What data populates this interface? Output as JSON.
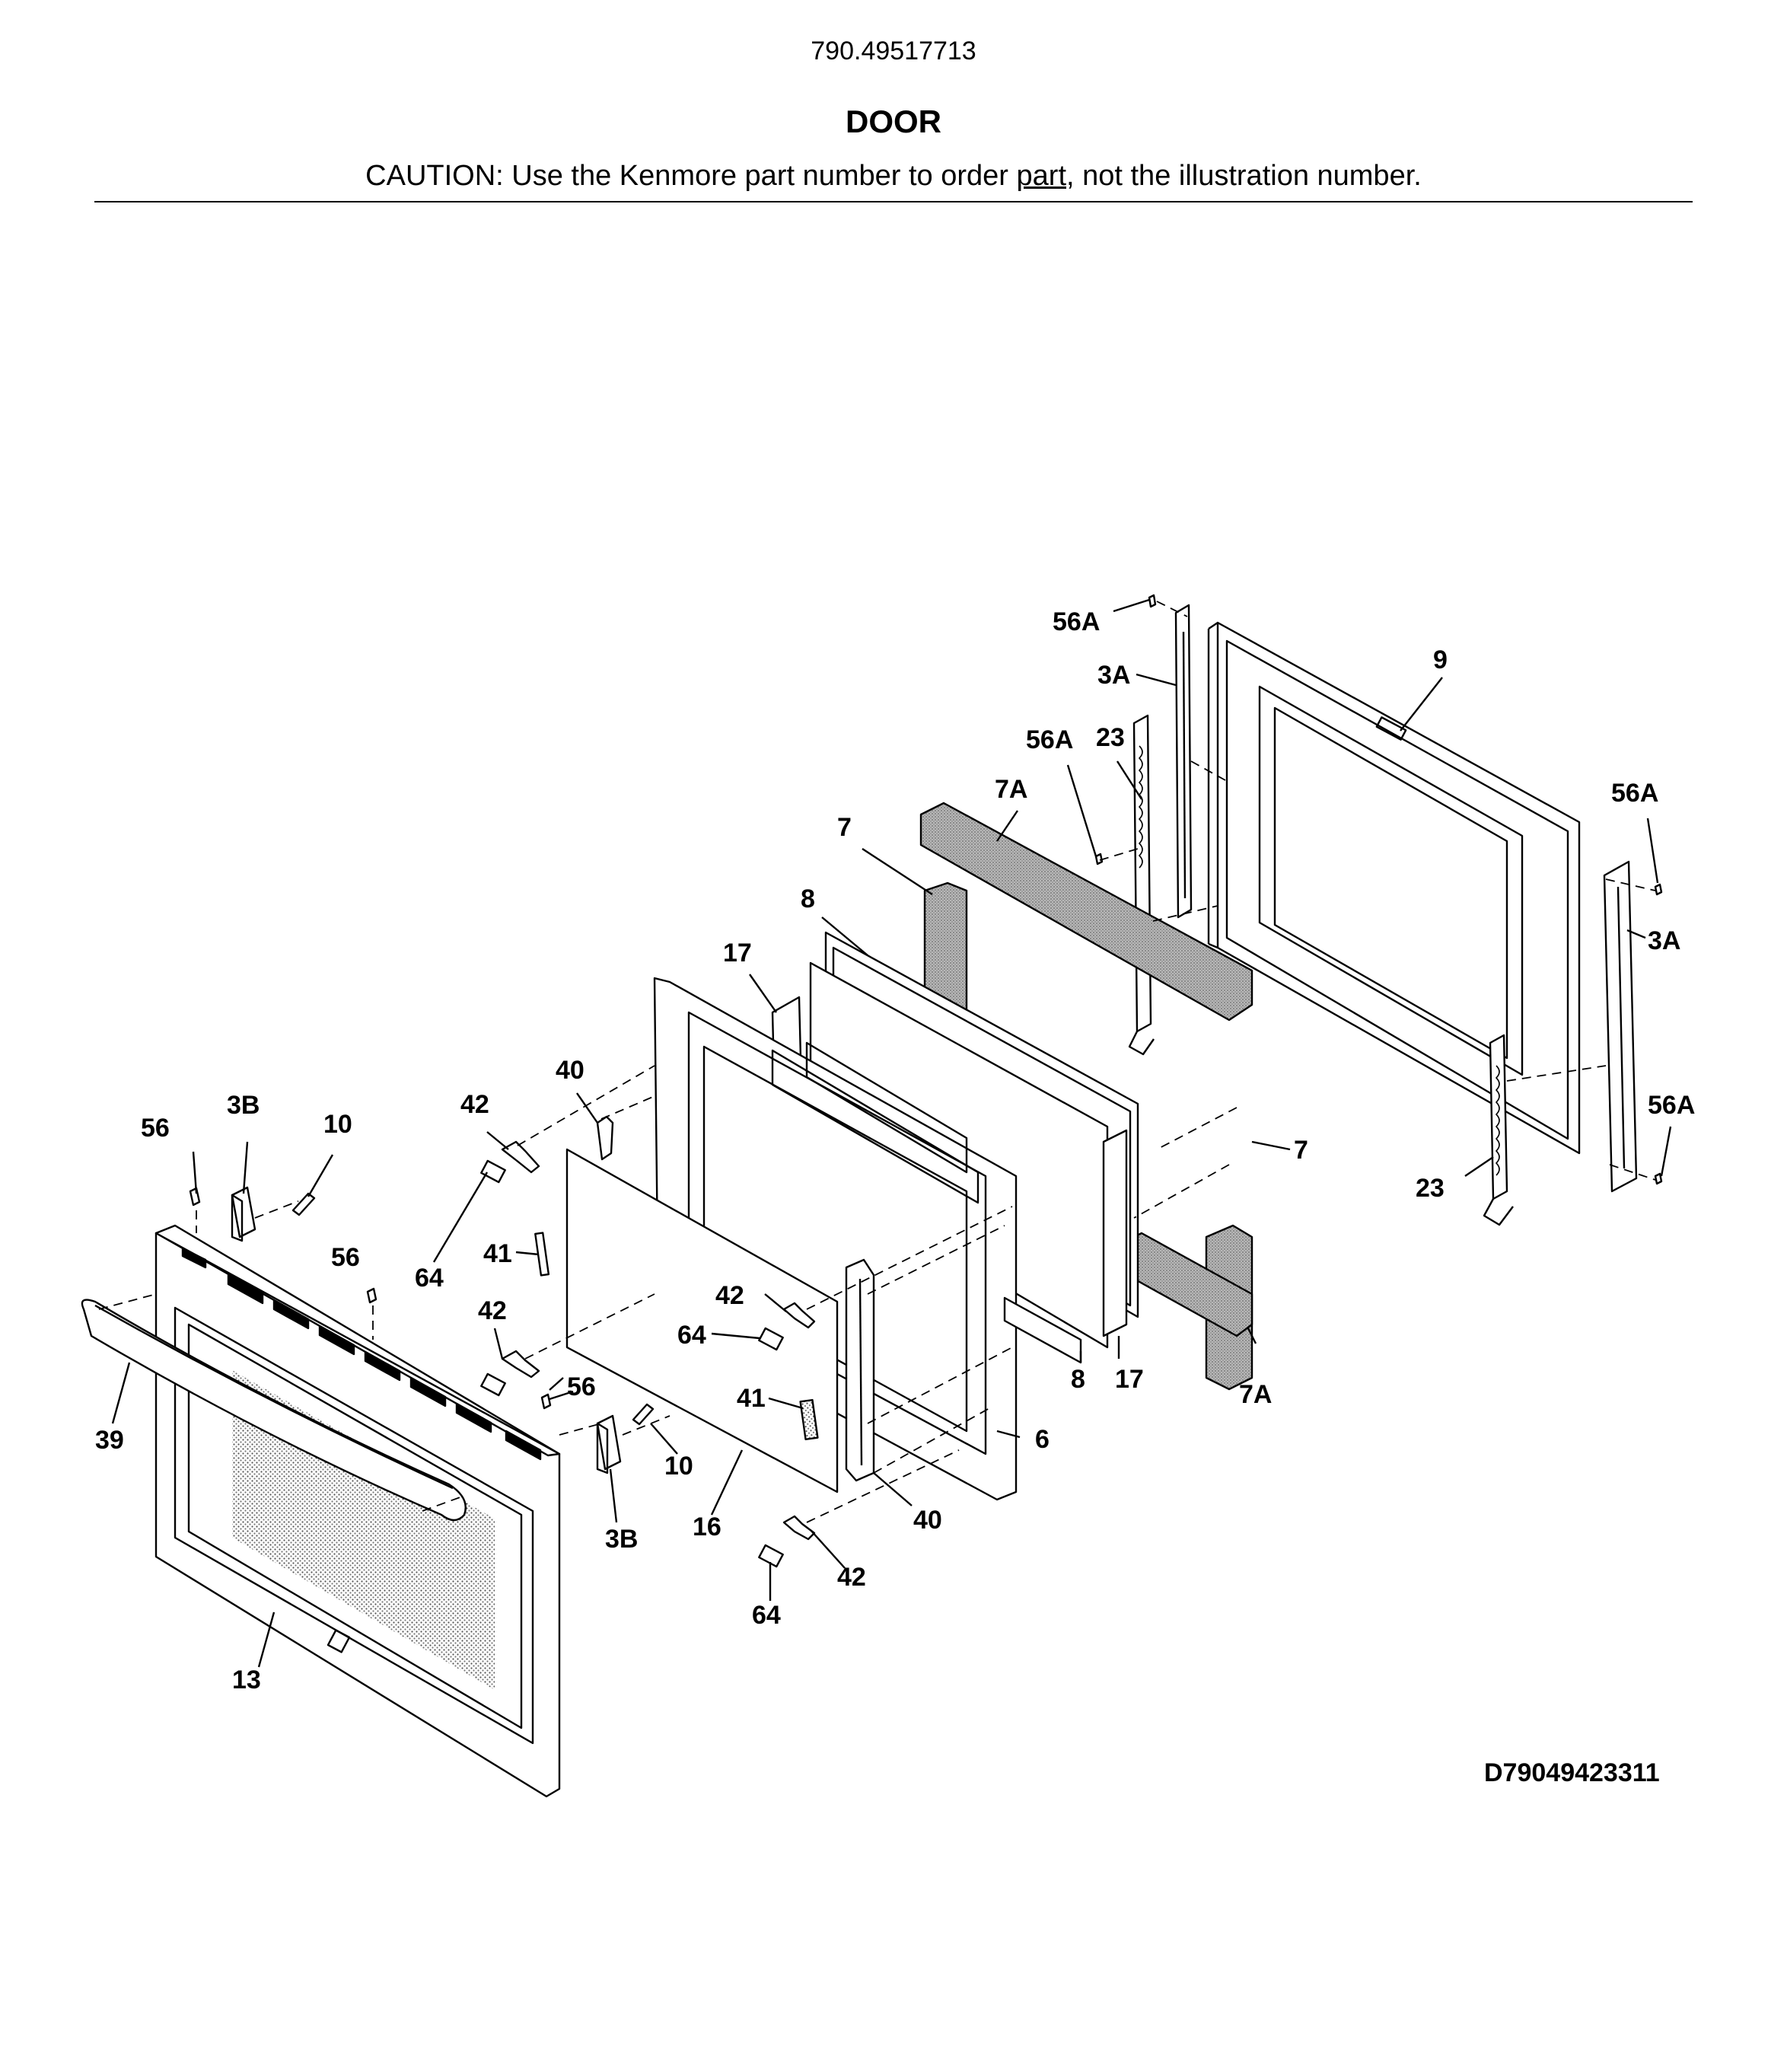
{
  "header": {
    "model_number": "790.49517713",
    "section_title": "DOOR",
    "caution_before": "CAUTION: Use the Kenmore part number to order ",
    "caution_link": "part",
    "caution_after": ", not the illustration number."
  },
  "footer": {
    "diagram_code": "D79049423311"
  },
  "callouts": {
    "c56A_top": "56A",
    "c3A_top": "3A",
    "c9": "9",
    "c56A_mid": "56A",
    "c23_top": "23",
    "c7A_top": "7A",
    "c7_top": "7",
    "c56A_right_top": "56A",
    "c3A_right": "3A",
    "c8_top": "8",
    "c17_top": "17",
    "c40_top": "40",
    "c42_top": "42",
    "c56_left": "56",
    "c3B_top": "3B",
    "c10_top": "10",
    "c56A_right_bot": "56A",
    "c7_right": "7",
    "c23_bot": "23",
    "c64_left": "64",
    "c41_left": "41",
    "c56_mid": "56",
    "c42_mid": "42",
    "c42_right": "42",
    "c64_mid": "64",
    "c41_right": "41",
    "c8_bot": "8",
    "c17_bot": "17",
    "c7A_bot": "7A",
    "c6": "6",
    "c39": "39",
    "c56_bot": "56",
    "c10_bot": "10",
    "c3B_bot": "3B",
    "c16": "16",
    "c40_bot": "40",
    "c42_bot": "42",
    "c64_bot": "64",
    "c13": "13"
  }
}
